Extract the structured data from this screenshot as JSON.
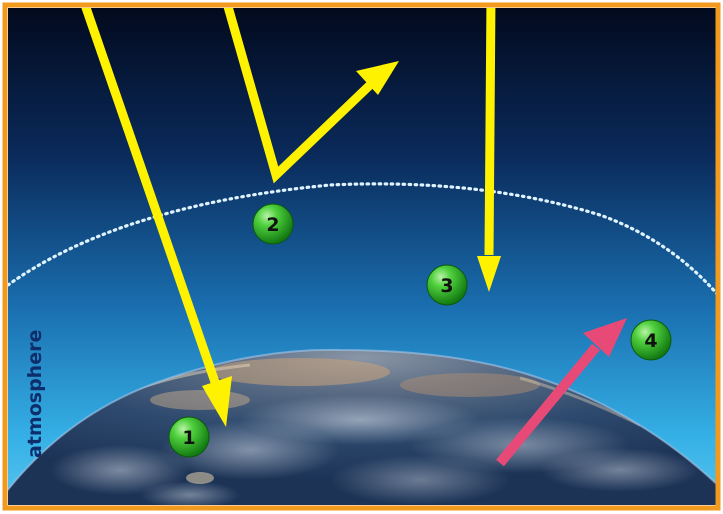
{
  "side_label": "atmosphere",
  "markers": [
    {
      "id": "1",
      "label": "1"
    },
    {
      "id": "2",
      "label": "2"
    },
    {
      "id": "3",
      "label": "3"
    },
    {
      "id": "4",
      "label": "4"
    }
  ],
  "colors": {
    "frame": "#f29a1e",
    "sky_top": "#030b1f",
    "sky_mid": "#0f3f79",
    "sky_bottom": "#38b5e8",
    "incoming_rays": "#fff200",
    "outgoing_ray": "#e84a78",
    "atmosphere_line": "#ffffff",
    "marker_fill": "#2fae2a",
    "atmo_label": "#0d2d6b"
  }
}
